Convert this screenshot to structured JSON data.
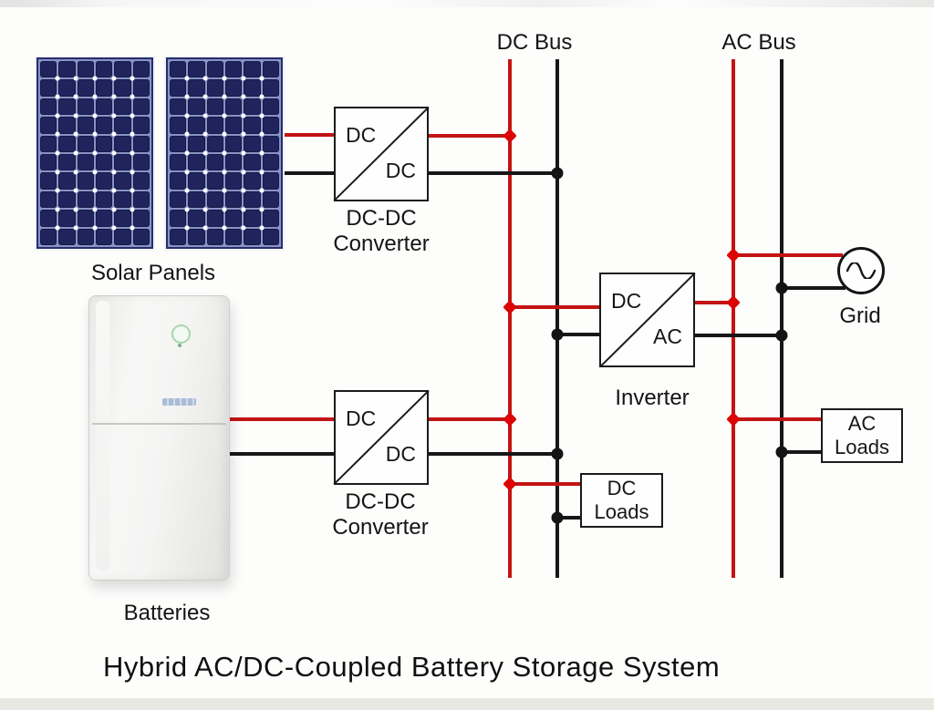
{
  "title": "Hybrid AC/DC-Coupled Battery Storage System",
  "buses": {
    "dc": {
      "label": "DC Bus"
    },
    "ac": {
      "label": "AC Bus"
    }
  },
  "solar": {
    "label": "Solar Panels",
    "panel_count": 2,
    "cell_cols": 6,
    "cell_rows": 10
  },
  "battery": {
    "label": "Batteries"
  },
  "converter1": {
    "input": "DC",
    "output": "DC",
    "name_line1": "DC-DC",
    "name_line2": "Converter"
  },
  "converter2": {
    "input": "DC",
    "output": "DC",
    "name_line1": "DC-DC",
    "name_line2": "Converter"
  },
  "inverter": {
    "input": "DC",
    "output": "AC",
    "name": "Inverter"
  },
  "grid": {
    "label": "Grid",
    "icon": "sine-wave-icon"
  },
  "dc_loads": {
    "line1": "DC",
    "line2": "Loads"
  },
  "ac_loads": {
    "line1": "AC",
    "line2": "Loads"
  },
  "colors": {
    "positive_wire": "#c31313",
    "negative_wire": "#171717",
    "panel_cell": "#1f255c",
    "panel_grid_line": "#8a93c4",
    "battery_led": "#a5d7ad"
  }
}
